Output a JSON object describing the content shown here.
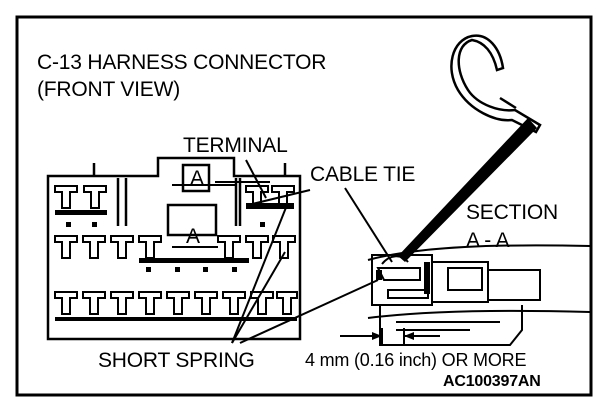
{
  "title_line1": "C-13 HARNESS CONNECTOR",
  "title_line2": "(FRONT VIEW)",
  "labels": {
    "terminal": "TERMINAL",
    "cable_tie": "CABLE TIE",
    "section": "SECTION",
    "section_aa": "A - A",
    "section_mark": "A",
    "short_spring": "SHORT SPRING",
    "dimension": "4 mm (0.16 inch) OR MORE",
    "figure_code": "AC100397AN"
  }
}
